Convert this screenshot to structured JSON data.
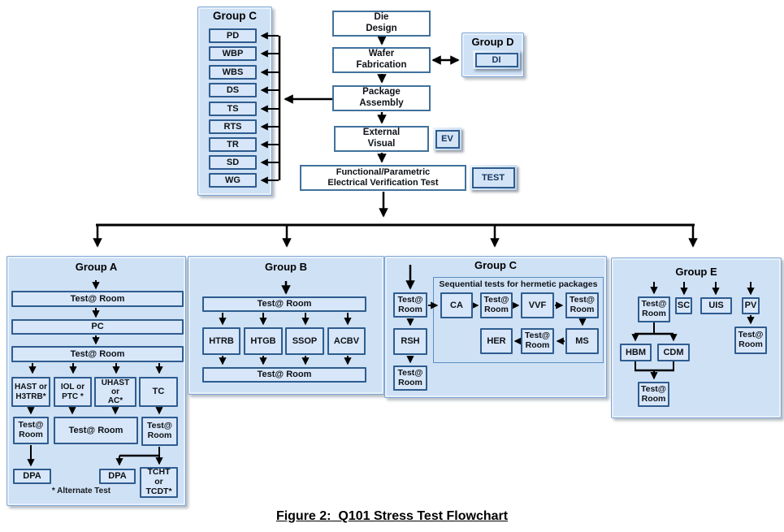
{
  "caption": "Figure 2:  Q101 Stress Test Flowchart",
  "top": {
    "group_c": {
      "title": "Group C",
      "items": [
        "PD",
        "WBP",
        "WBS",
        "DS",
        "TS",
        "RTS",
        "TR",
        "SD",
        "WG"
      ]
    },
    "group_d": {
      "title": "Group D",
      "di": "DI"
    },
    "chain": {
      "die_design": "Die\nDesign",
      "wafer_fab": "Wafer\nFabrication",
      "package_assembly": "Package\nAssembly",
      "external_visual": "External\nVisual",
      "functional_test": "Functional/Parametric\nElectrical Verification Test"
    },
    "badges": {
      "ev": "EV",
      "test": "TEST"
    }
  },
  "group_a": {
    "title": "Group A",
    "test_room_1": "Test@ Room",
    "pc": "PC",
    "test_room_2": "Test@ Room",
    "hast": "HAST or\nH3TRB*",
    "iol": "IOL or\nPTC *",
    "uhast": "UHAST or\nAC*",
    "tc": "TC",
    "test_room_left": "Test@\nRoom",
    "test_room_wide": "Test@ Room",
    "test_room_right": "Test@\nRoom",
    "dpa_left": "DPA",
    "dpa_right": "DPA",
    "tcht": "TCHT or\nTCDT*",
    "note": "* Alternate Test"
  },
  "group_b": {
    "title": "Group B",
    "test_room_top": "Test@ Room",
    "items": [
      "HTRB",
      "HTGB",
      "SSOP",
      "ACBV"
    ],
    "test_room_bottom": "Test@ Room"
  },
  "group_c_bottom": {
    "title": "Group C",
    "seq_label": "Sequential tests for hermetic packages",
    "test_room_1": "Test@\nRoom",
    "rsh": "RSH",
    "test_room_2": "Test@\nRoom",
    "ca": "CA",
    "test_room_3": "Test@\nRoom",
    "vvf": "VVF",
    "test_room_4": "Test@\nRoom",
    "her": "HER",
    "test_room_5": "Test@\nRoom",
    "ms": "MS"
  },
  "group_e": {
    "title": "Group E",
    "test_room_top": "Test@\nRoom",
    "sc": "SC",
    "uis": "UIS",
    "pv": "PV",
    "test_room_pv": "Test@\nRoom",
    "hbm": "HBM",
    "cdm": "CDM",
    "test_room_bottom": "Test@\nRoom"
  },
  "colors": {
    "panel_fill": "#cfe1f5",
    "node_fill": "#d7e6f8",
    "node_border": "#2e5c8f",
    "chain_border": "#41719c",
    "arrow": "#000000"
  }
}
